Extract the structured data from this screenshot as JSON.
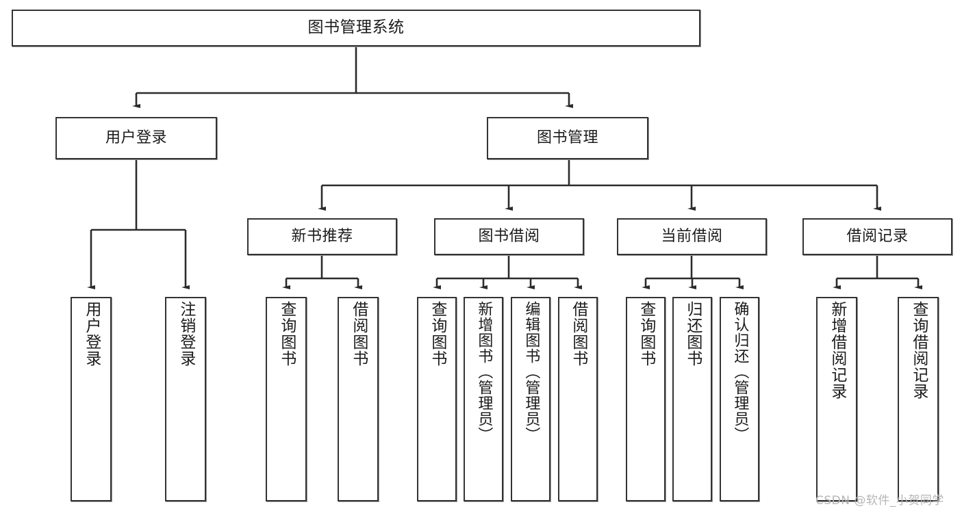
{
  "diagram": {
    "title": "图书管理系统",
    "type": "tree-hierarchy-chart",
    "root": {
      "label": "图书管理系统"
    },
    "level2": [
      {
        "label": "用户登录"
      },
      {
        "label": "图书管理"
      }
    ],
    "level3": [
      {
        "label": "新书推荐"
      },
      {
        "label": "图书借阅"
      },
      {
        "label": "当前借阅"
      },
      {
        "label": "借阅记录"
      }
    ],
    "leaves": {
      "user_login": [
        {
          "label": "用户登录"
        },
        {
          "label": "注销登录"
        }
      ],
      "new_book_recommend": [
        {
          "label": "查询图书"
        },
        {
          "label": "借阅图书"
        }
      ],
      "book_borrow": [
        {
          "label": "查询图书"
        },
        {
          "label": "新增图书（管理员）"
        },
        {
          "label": "编辑图书（管理员）"
        },
        {
          "label": "借阅图书"
        }
      ],
      "current_borrow": [
        {
          "label": "查询图书"
        },
        {
          "label": "归还图书"
        },
        {
          "label": "确认归还（管理员）"
        }
      ],
      "borrow_record": [
        {
          "label": "新增借阅记录"
        },
        {
          "label": "查询借阅记录"
        }
      ]
    }
  },
  "watermark": {
    "text": "CSDN @软件_小贺同学"
  },
  "colors": {
    "box_border": "#333333",
    "box_fill": "#ffffff",
    "line": "#2b2b2b",
    "text": "#1b1b1b",
    "watermark": "#b6b6b6"
  }
}
